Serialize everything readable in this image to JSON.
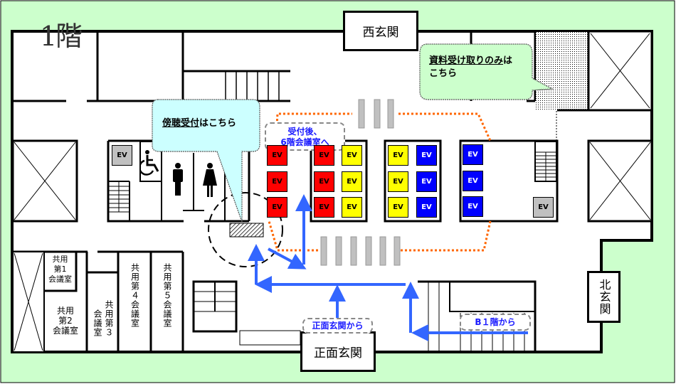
{
  "floor": {
    "title": "1階"
  },
  "entrances": {
    "west": "西玄関",
    "front": "正面玄関",
    "north": "北玄関"
  },
  "callouts": {
    "hearing_reception": {
      "underlined": "傍聴受付",
      "rest": "はこちら"
    },
    "documents_only": {
      "underlined": "資料受け取りのみ",
      "rest_line1": "は",
      "line2": "こちら"
    }
  },
  "tags": {
    "after_reception": {
      "line1": "受付後、",
      "line2": "6階会議室へ"
    },
    "from_front": "正面玄関から",
    "from_b1": "B１階から"
  },
  "rooms": {
    "meeting1": {
      "line1": "共用",
      "line2": "第1",
      "line3": "会議室"
    },
    "meeting2": {
      "line1": "共用",
      "line2": "第2",
      "line3": "会議室"
    },
    "meeting3": {
      "col1": "共用第３",
      "col2": "会議室"
    },
    "meeting4": "共用第４会議室",
    "meeting5": "共用第５会議室"
  },
  "elevator_label": "EV",
  "elevators": [
    {
      "group": "left-service",
      "color": "gray"
    },
    {
      "group": "bank1",
      "color": "red"
    },
    {
      "group": "bank1",
      "color": "red"
    },
    {
      "group": "bank1",
      "color": "red"
    },
    {
      "group": "bank2",
      "color": "red"
    },
    {
      "group": "bank2",
      "color": "red"
    },
    {
      "group": "bank2",
      "color": "red"
    },
    {
      "group": "bank2",
      "color": "yellow"
    },
    {
      "group": "bank2",
      "color": "yellow"
    },
    {
      "group": "bank2",
      "color": "yellow"
    },
    {
      "group": "bank3",
      "color": "yellow"
    },
    {
      "group": "bank3",
      "color": "yellow"
    },
    {
      "group": "bank3",
      "color": "yellow"
    },
    {
      "group": "bank3",
      "color": "blue"
    },
    {
      "group": "bank3",
      "color": "blue"
    },
    {
      "group": "bank3",
      "color": "blue"
    },
    {
      "group": "bank4",
      "color": "blue"
    },
    {
      "group": "bank4",
      "color": "blue"
    },
    {
      "group": "bank4",
      "color": "blue"
    },
    {
      "group": "right-service",
      "color": "gray"
    }
  ],
  "icons": [
    "wheelchair-icon",
    "male-restroom-icon",
    "female-restroom-icon",
    "arrow-icon",
    "gate-icon"
  ],
  "colors": {
    "background": "#ccffcc",
    "route_arrow": "#3366ff",
    "security_line": "#ff6600",
    "ev_red": "#ff0000",
    "ev_yellow": "#ffff00",
    "ev_blue": "#0000ff",
    "ev_gray": "#c0c0c0",
    "gate": "#c0c0c0",
    "callout_blue": "#ccffff",
    "callout_green": "#ccffcc",
    "tag_text": "#1a1aff"
  }
}
